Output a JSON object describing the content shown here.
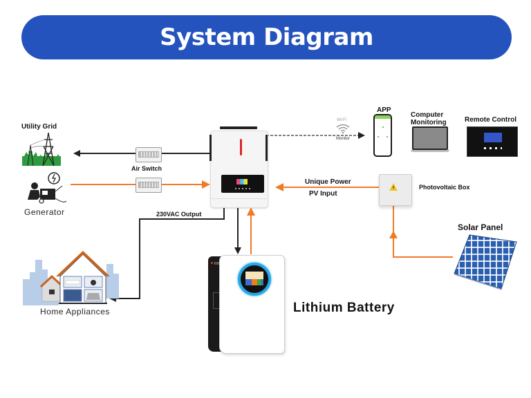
{
  "header": {
    "title": "System Diagram"
  },
  "colors": {
    "banner": "#2453be",
    "ac_line": "#222222",
    "pv_line": "#f07a28",
    "battery_ring": "#29a8e8"
  },
  "nodes": {
    "utility_grid": {
      "label": "Utility Grid",
      "icon": "power-tower-icon"
    },
    "generator": {
      "label": "Generator",
      "icon": "generator-icon"
    },
    "air_switch": {
      "label": "Air Switch",
      "icon": "breaker-icon"
    },
    "inverter": {
      "icon": "inverter-icon"
    },
    "output": {
      "label": "230VAC Output"
    },
    "home": {
      "label": "Home  Appliances",
      "icon": "house-icon"
    },
    "battery": {
      "label": "Lithium Battery",
      "icon": "battery-icon"
    },
    "pv_input": {
      "line1": "Unique Power",
      "line2": "PV Input"
    },
    "pv_box": {
      "label": "Photovoltaic Box",
      "icon": "junction-box-icon"
    },
    "solar_panel": {
      "label": "Solar Panel",
      "icon": "solar-panel-icon"
    },
    "wifi": {
      "label": "Wi-Fi",
      "sublabel": "Monitor",
      "icon": "wifi-icon"
    },
    "app": {
      "label": "APP",
      "icon": "smartphone-icon"
    },
    "computer": {
      "line1": "Computer",
      "line2": "Monitoring",
      "icon": "laptop-icon"
    },
    "remote": {
      "label": "Remote Control",
      "icon": "remote-display-icon"
    }
  }
}
